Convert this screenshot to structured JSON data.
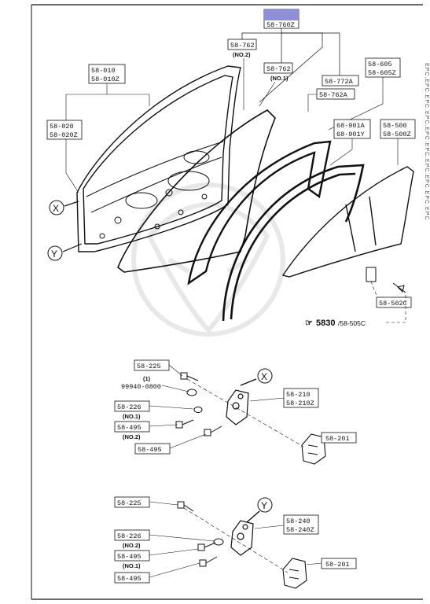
{
  "colors": {
    "ink": "#111111",
    "highlight": "#8f8fd8",
    "watermark": "#e6e6e6"
  },
  "callouts": {
    "top_highlight": "58-760Z",
    "window_reg_1": "58-762",
    "window_reg_1_note": "(NO.2)",
    "window_reg_2": "58-762",
    "window_reg_2_note": "(NO.1)",
    "door_shell": [
      "58-010",
      "58-010Z"
    ],
    "door_shell_inner": [
      "58-020",
      "58-020Z"
    ],
    "trim_772": "58-772A",
    "trim_762a": "58-762A",
    "seal_605": [
      "58-605",
      "58-605Z"
    ],
    "runchannel": [
      "68-901A",
      "68-901Y"
    ],
    "glass": [
      "58-500",
      "58-500Z"
    ],
    "glass_clip": "58-502C",
    "ref_note_bold": "5830",
    "ref_note_tail": "/58-505C"
  },
  "upper_hinge": {
    "bolt_top": "58-225",
    "qty": "(1)",
    "part_no": "99940-0800",
    "washer": "58-226",
    "no1": "(NO.1)",
    "bolt_mid": "58-495",
    "no2": "(NO.2)",
    "bolt_low": "58-495",
    "hinge": [
      "58-210",
      "58-210Z"
    ],
    "shim": "58-201",
    "marker": "X"
  },
  "lower_hinge": {
    "bolt_top": "58-225",
    "washer": "58-226",
    "no2": "(NO.2)",
    "bolt_mid": "58-495",
    "no1": "(NO.1)",
    "bolt_low": "58-495",
    "hinge": [
      "58-240",
      "58-240Z"
    ],
    "shim": "58-201",
    "marker": "Y"
  },
  "markers": {
    "x": "X",
    "y": "Y"
  },
  "side_text": "EPC.EPC.EPC.EPC.EPC.EPC.EPC.EPC.EPC.EPC"
}
